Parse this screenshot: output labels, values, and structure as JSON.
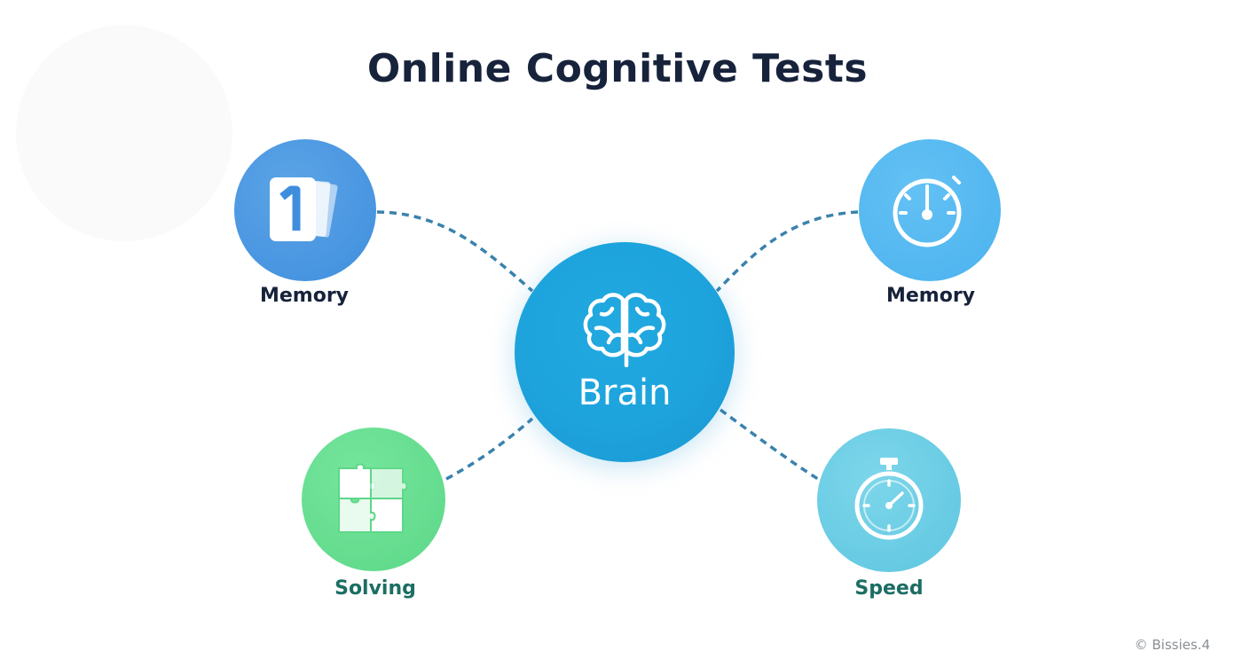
{
  "title": "Online Cognitive Tests",
  "hub": {
    "label": "Brain",
    "icon": "brain-icon"
  },
  "nodes": [
    {
      "label": "Memory",
      "icon": "numbered-cards-icon",
      "color": "#4a94e0"
    },
    {
      "label": "Memory",
      "icon": "gauge-timer-icon",
      "color": "#56b8f0"
    },
    {
      "label": "Solving",
      "icon": "puzzle-icon",
      "color": "#66dd8f"
    },
    {
      "label": "Speed",
      "icon": "stopwatch-icon",
      "color": "#68cbe4"
    }
  ],
  "colors": {
    "hub": "#1ea3dc",
    "connector": "#3a82ad",
    "title": "#17223b",
    "label_dark": "#17223b",
    "label_teal": "#1c6e63"
  },
  "footer": "© Bissies.4"
}
